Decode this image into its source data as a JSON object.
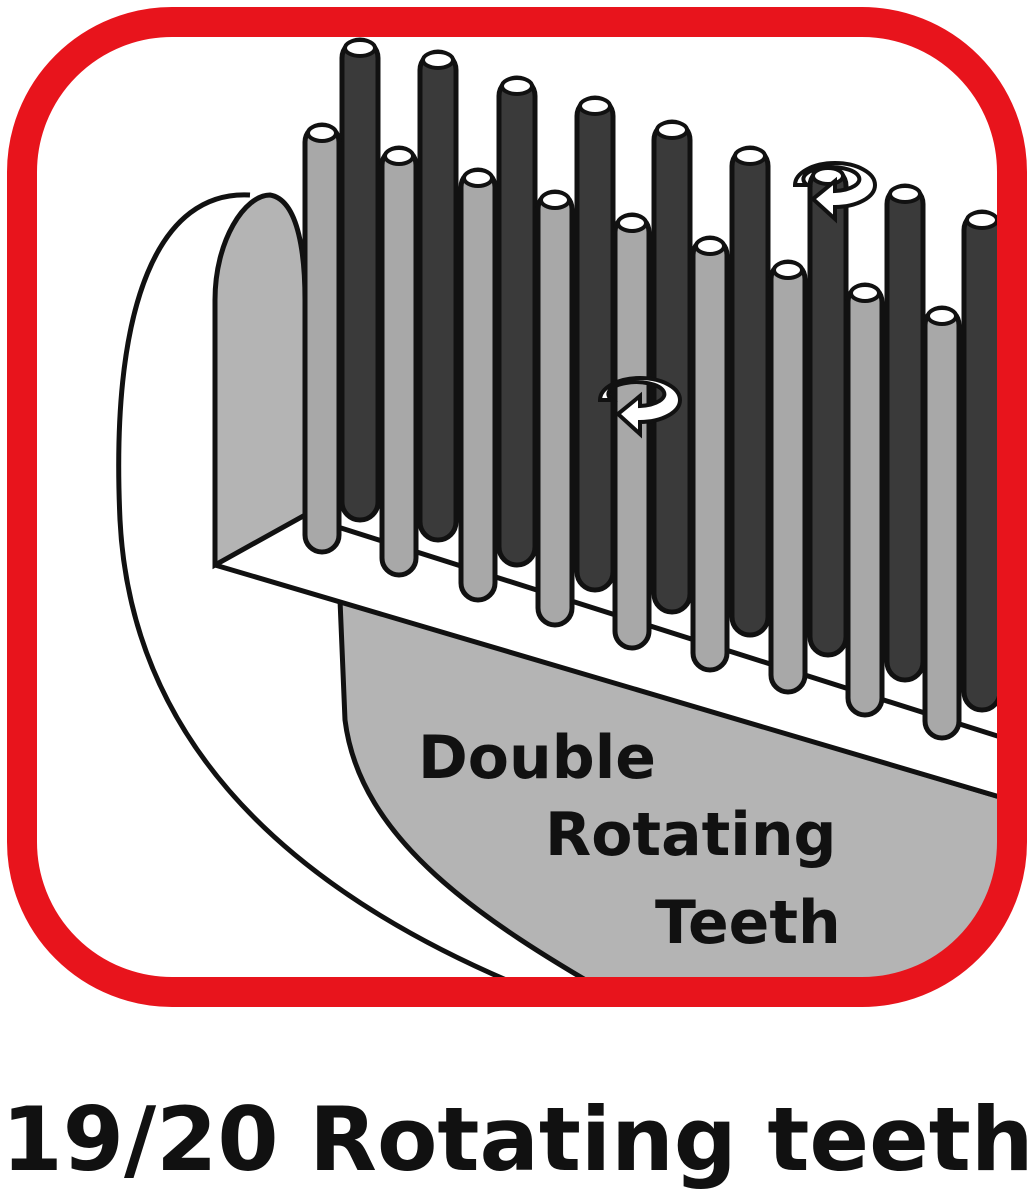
{
  "colors": {
    "frame": "#e8141c",
    "light_tooth": "#a8a8a8",
    "dark_tooth": "#3a3a3a",
    "base_gray": "#b4b4b4",
    "outline": "#111111",
    "background": "#ffffff"
  },
  "illustration": {
    "label_lines": [
      "Double",
      "Rotating",
      "Teeth"
    ],
    "icons": [
      "brush-head-icon",
      "rotation-arrow-icon",
      "rotation-arrow-icon"
    ]
  },
  "caption": "19/20 Rotating teeth"
}
